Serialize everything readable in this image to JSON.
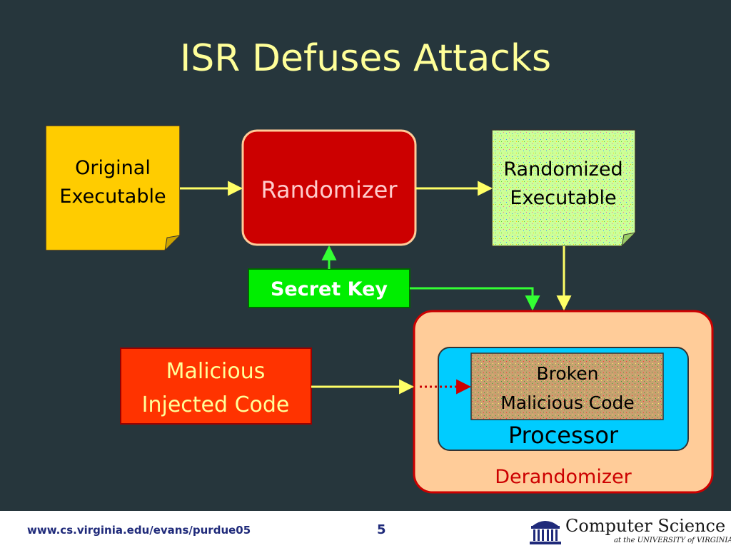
{
  "slide": {
    "title": "ISR Defuses Attacks"
  },
  "nodes": {
    "original_executable": {
      "line1": "Original",
      "line2": "Executable"
    },
    "randomizer": {
      "label": "Randomizer"
    },
    "randomized_executable": {
      "line1": "Randomized",
      "line2": "Executable"
    },
    "secret_key": {
      "label": "Secret Key"
    },
    "malicious_code": {
      "line1": "Malicious",
      "line2": "Injected Code"
    },
    "derandomizer": {
      "label": "Derandomizer"
    },
    "processor": {
      "label": "Processor"
    },
    "broken_code": {
      "line1": "Broken",
      "line2": "Malicious Code"
    }
  },
  "colors": {
    "background": "#26363c",
    "title": "#ffff99",
    "original_fill": "#ffcc00",
    "randomizer_fill": "#cc0000",
    "randomizer_text": "#ffcccc",
    "randomized_fill": "#ccff99",
    "secret_key_fill": "#00ee00",
    "malicious_fill": "#ff3300",
    "malicious_text": "#ffff99",
    "derandomizer_fill": "#ffcc99",
    "derandomizer_border": "#cc0000",
    "processor_fill": "#00ccff",
    "broken_fill": "#cc9966",
    "arrow_yellow": "#ffff66",
    "arrow_green": "#33ff33",
    "arrow_dotted": "#cc0000"
  },
  "footer": {
    "url": "www.cs.virginia.edu/evans/purdue05",
    "page_number": "5",
    "logo_main": "Computer Science",
    "logo_sub": "at the UNIVERSITY of VIRGINIA"
  }
}
